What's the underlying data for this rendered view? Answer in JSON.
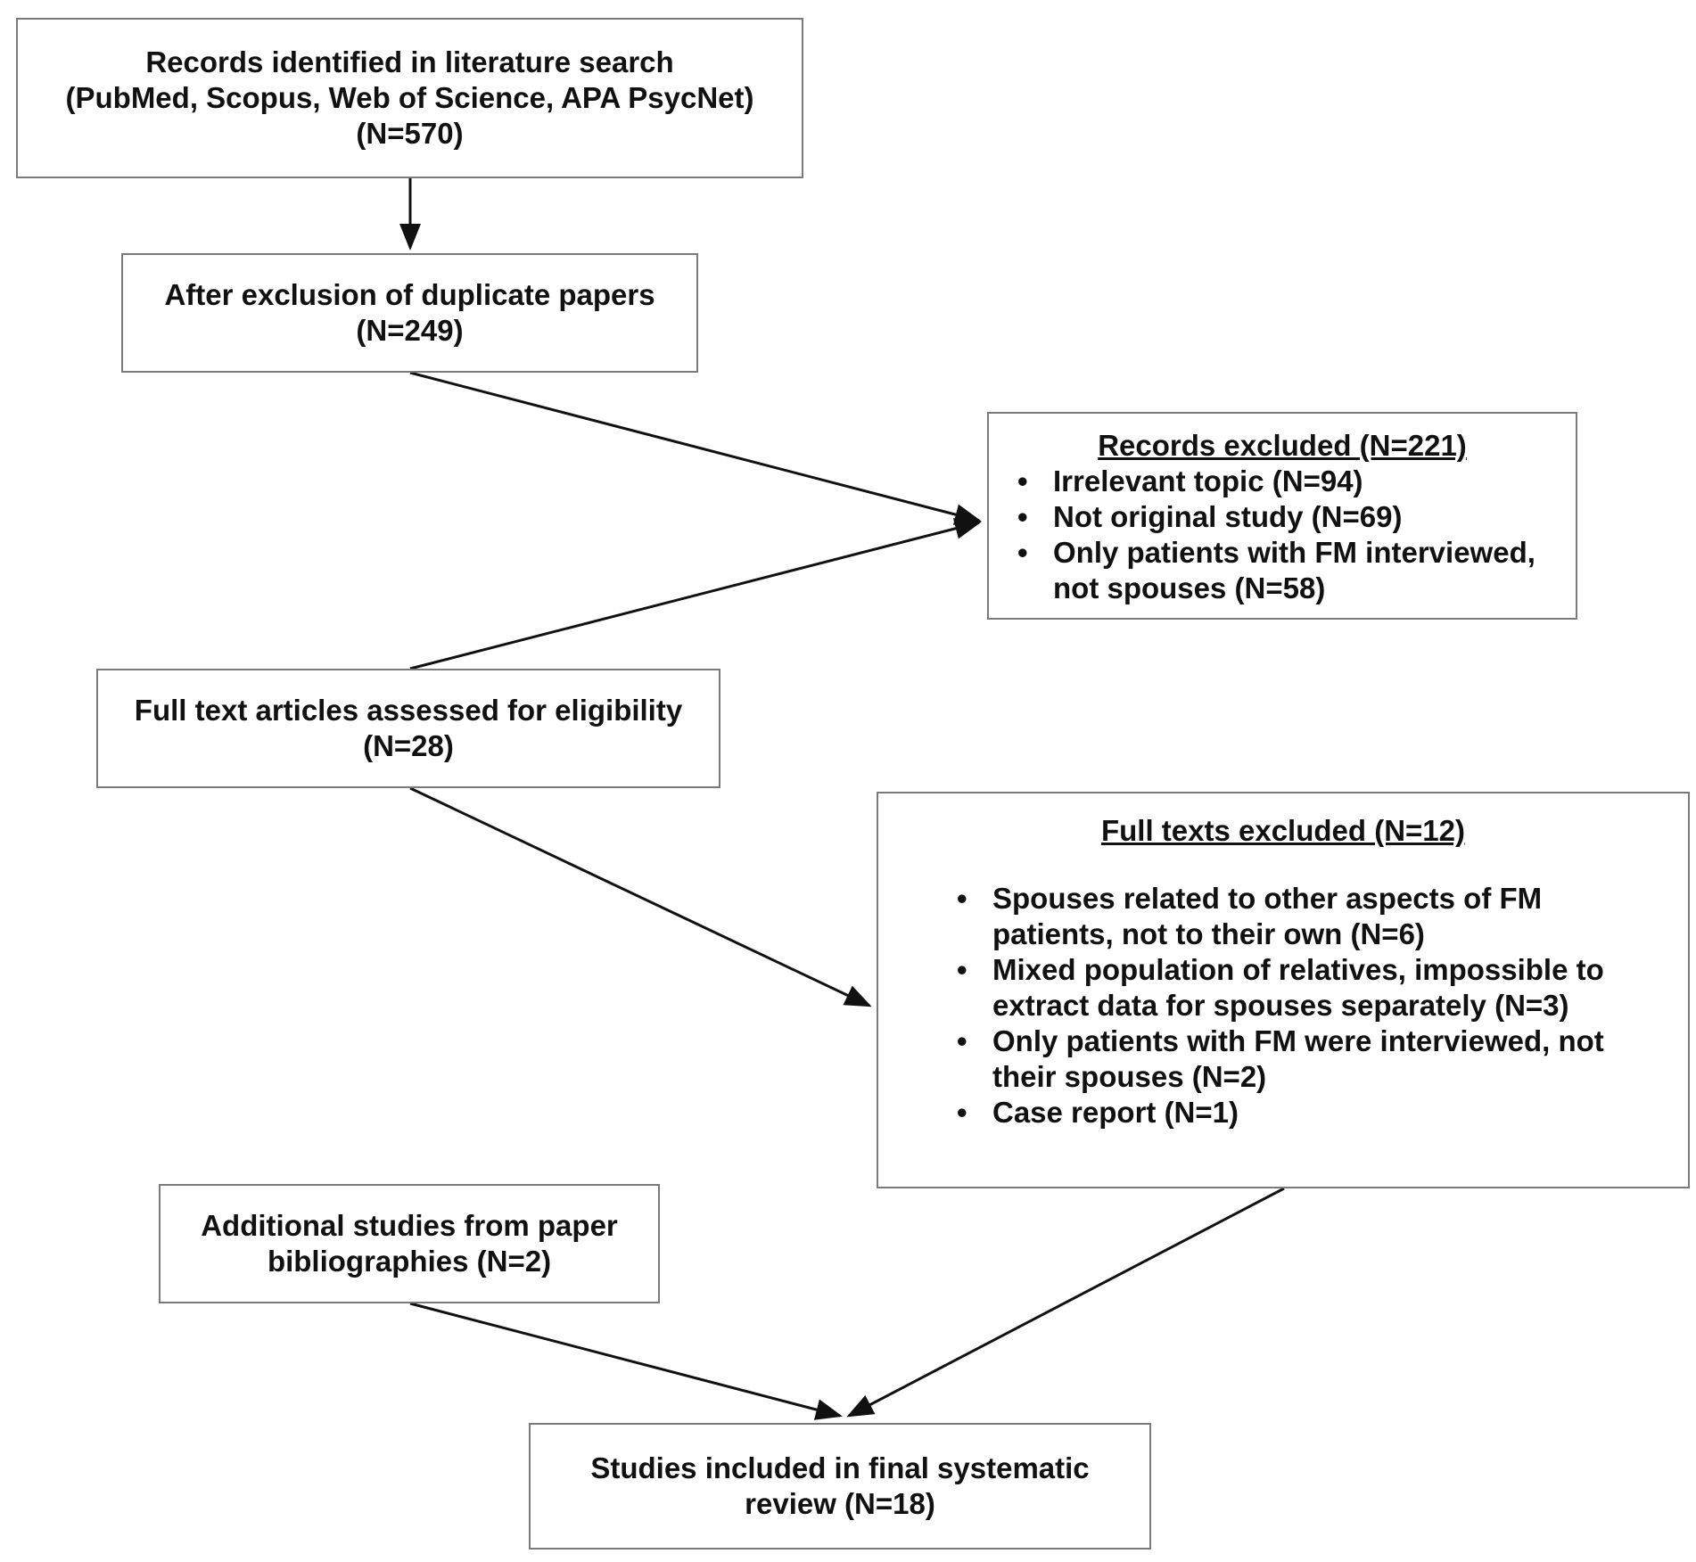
{
  "records_identified": {
    "lines": [
      "Records identified in literature search",
      "(PubMed, Scopus, Web of Science, APA PsycNet)",
      "(N=570)"
    ]
  },
  "after_duplicates": {
    "lines": [
      "After exclusion of duplicate papers",
      "(N=249)"
    ]
  },
  "records_excluded": {
    "heading": "Records excluded (N=221)",
    "items": [
      "Irrelevant topic (N=94)",
      "Not original study (N=69)",
      "Only patients with FM interviewed, not spouses (N=58)"
    ]
  },
  "full_text_assessed": {
    "lines": [
      "Full text articles assessed for eligibility",
      "(N=28)"
    ]
  },
  "full_texts_excluded": {
    "heading": "Full texts excluded (N=12)",
    "items": [
      "Spouses related to other aspects of FM patients, not to their own (N=6)",
      "Mixed population of relatives, impossible to extract data for spouses separately (N=3)",
      "Only patients with FM were interviewed, not their spouses (N=2)",
      "Case report (N=1)"
    ]
  },
  "additional_studies": {
    "lines": [
      "Additional studies from paper",
      "bibliographies (N=2)"
    ]
  },
  "studies_included": {
    "lines": [
      "Studies included in final systematic",
      "review (N=18)"
    ]
  }
}
